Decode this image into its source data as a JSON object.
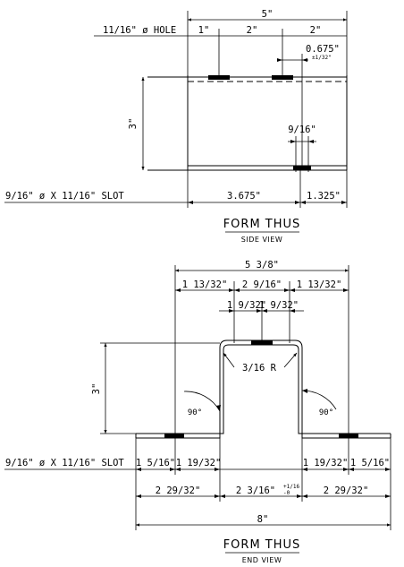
{
  "side_view": {
    "overall_width": "5\"",
    "seg_left": "1\"",
    "seg_mid": "2\"",
    "seg_right": "2\"",
    "hole_label": "11/16\" ø HOLE",
    "hole_offset": "0.675\"",
    "hole_offset_tol": "±1/32\"",
    "height": "3\"",
    "slot_width": "9/16\"",
    "slot_label": "9/16\" ø X 11/16\" SLOT",
    "slot_left": "3.675\"",
    "slot_right": "1.325\"",
    "title": "FORM THUS",
    "subtitle": "SIDE VIEW"
  },
  "end_view": {
    "overall_top": "5 3/8\"",
    "top_left": "1 13/32\"",
    "top_mid": "2 9/16\"",
    "top_right": "1 13/32\"",
    "inner_left": "1 9/32\"",
    "inner_right": "1 9/32\"",
    "radius": "3/16 R",
    "height": "3\"",
    "angle_left": "90°",
    "angle_right": "90°",
    "slot_label": "9/16\" ø X 11/16\" SLOT",
    "b_left_outer": "1 5/16\"",
    "b_left_inner": "1 19/32\"",
    "b_right_inner": "1 19/32\"",
    "b_right_outer": "1 5/16\"",
    "bot_left": "2 29/32\"",
    "bot_mid": "2 3/16\"",
    "bot_mid_tol_top": "+1/16",
    "bot_mid_tol_bottom": "-0",
    "bot_right": "2 29/32\"",
    "overall_bottom": "8\"",
    "title": "FORM THUS",
    "subtitle": "END VIEW"
  }
}
